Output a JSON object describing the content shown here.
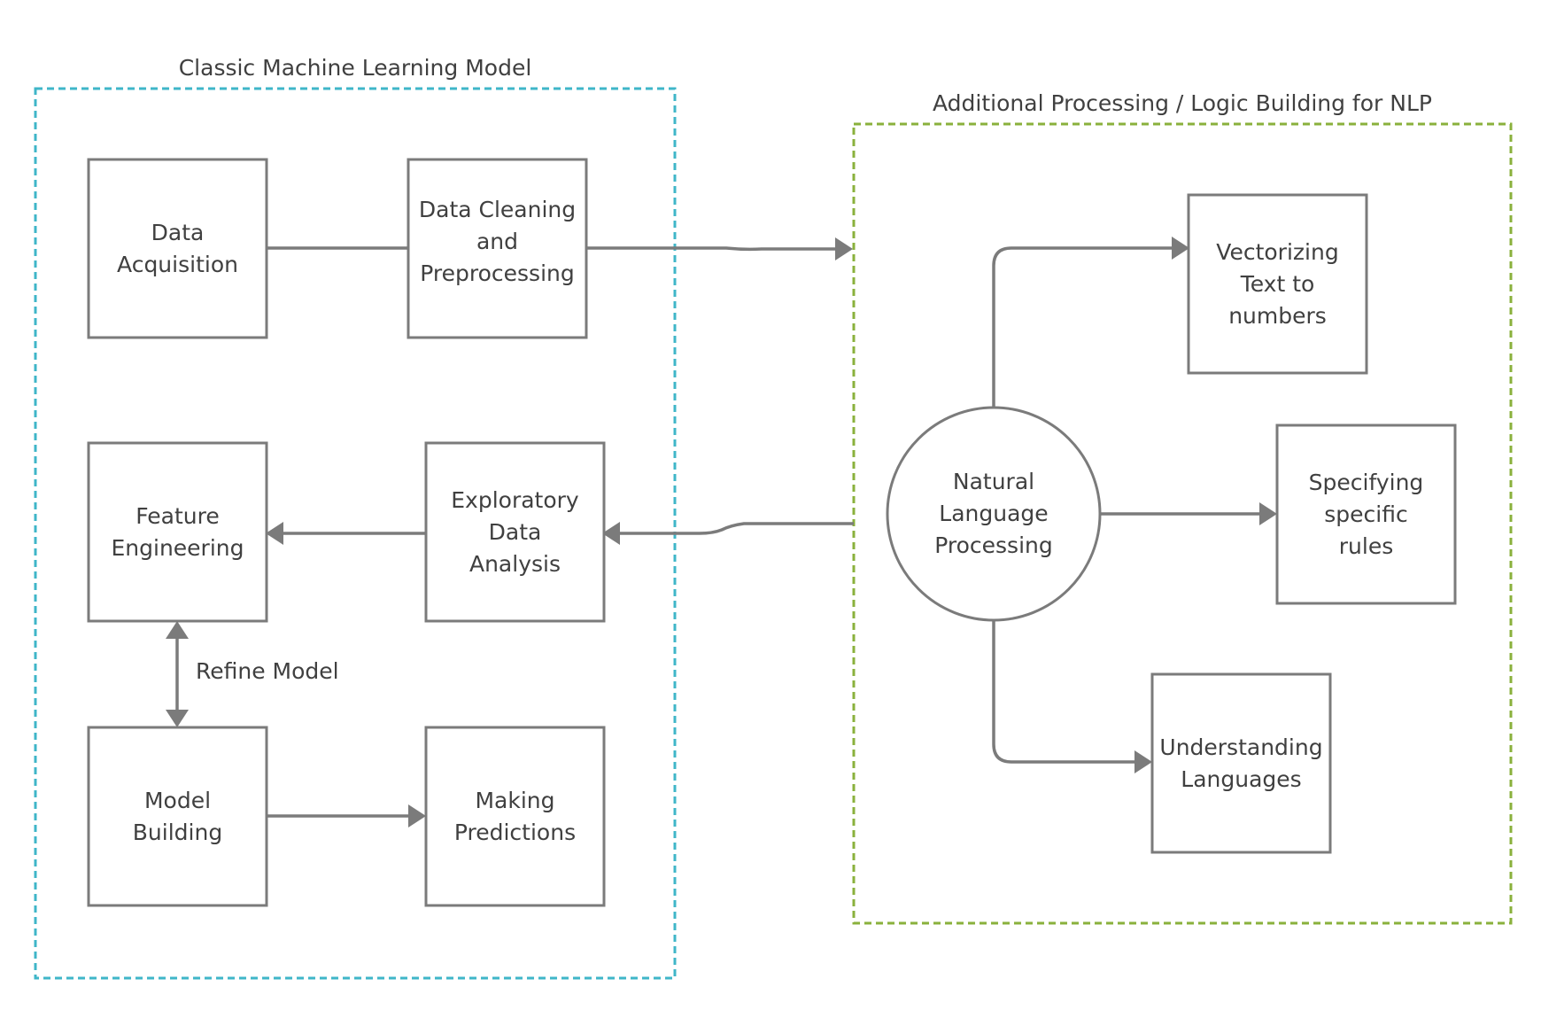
{
  "groups": {
    "classic": {
      "title": "Classic Machine Learning Model",
      "color": "#3fb6c8"
    },
    "nlp": {
      "title": "Additional Processing / Logic Building for NLP",
      "color": "#8ab13c"
    }
  },
  "nodes": {
    "data_acquisition": {
      "lines": [
        "Data",
        "Acquisition"
      ]
    },
    "data_cleaning": {
      "lines": [
        "Data Cleaning",
        "and",
        "Preprocessing"
      ]
    },
    "feature_engineering": {
      "lines": [
        "Feature",
        "Engineering"
      ]
    },
    "eda": {
      "lines": [
        "Exploratory",
        "Data",
        "Analysis"
      ]
    },
    "model_building": {
      "lines": [
        "Model",
        "Building"
      ]
    },
    "making_predictions": {
      "lines": [
        "Making",
        "Predictions"
      ]
    },
    "nlp": {
      "lines": [
        "Natural",
        "Language",
        "Processing"
      ]
    },
    "vectorizing": {
      "lines": [
        "Vectorizing",
        "Text to",
        "numbers"
      ]
    },
    "specifying_rules": {
      "lines": [
        "Specifying",
        "specific",
        "rules"
      ]
    },
    "understanding_languages": {
      "lines": [
        "Understanding",
        "Languages"
      ]
    }
  },
  "edges": {
    "refine_model": "Refine Model"
  }
}
